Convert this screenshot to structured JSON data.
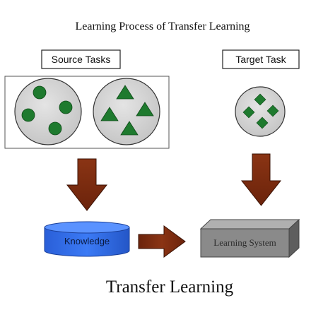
{
  "title": "Learning Process of Transfer Learning",
  "source_label": "Source Tasks",
  "target_label": "Target Task",
  "knowledge_label": "Knowledge",
  "system_label": "Learning System",
  "caption": "Transfer Learning",
  "colors": {
    "shape_fill": "#1e7a2e",
    "circle_fill": "#d6d6d6",
    "arrow_fill": "#7a2a0e",
    "knowledge_fill": "#2f6ff0",
    "system_front": "#8a8a8a",
    "system_top": "#b0b0b0",
    "system_side": "#5e5e5e"
  },
  "icons": {
    "source_task_1": "circles",
    "source_task_2": "triangles",
    "target_task": "diamonds",
    "knowledge": "cylinder",
    "learning_system": "box"
  }
}
